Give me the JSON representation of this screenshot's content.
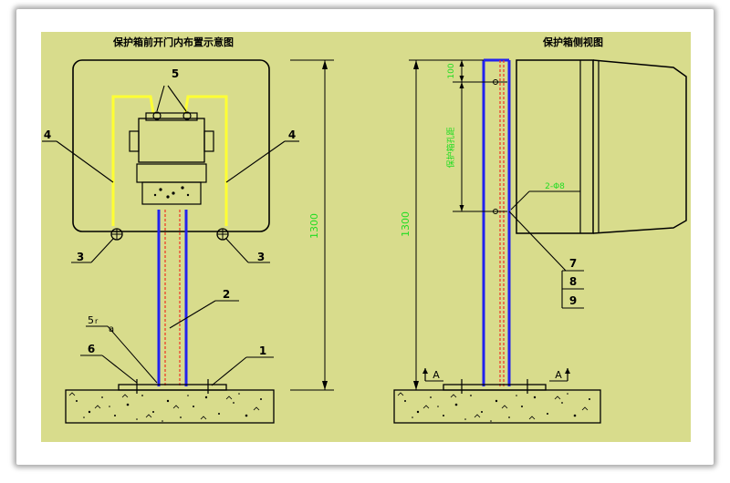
{
  "left_view": {
    "title": "保护箱前开门内布置示意图",
    "callouts": {
      "c1": "1",
      "c2": "2",
      "c3a": "3",
      "c3b": "3",
      "c4a": "4",
      "c4b": "4",
      "c5": "5",
      "c6": "6",
      "weld": "5",
      "weld_sub": "a"
    },
    "height_dim": "1300"
  },
  "right_view": {
    "title": "保护箱侧视图",
    "height_dim": "1300",
    "dim_top": "100",
    "dim_mid": "保护箱孔距",
    "bolt_label": "2-Φ8",
    "callouts": {
      "c7": "7",
      "c8": "8",
      "c9": "9"
    },
    "section_left": "A",
    "section_right": "A"
  },
  "colors": {
    "background": "#d8dc8c",
    "line": "#000000",
    "tube": "#ffff33",
    "pipe": "#2222ee",
    "pipe_core": "#ee3322",
    "dimension_text": "#22dd22"
  }
}
